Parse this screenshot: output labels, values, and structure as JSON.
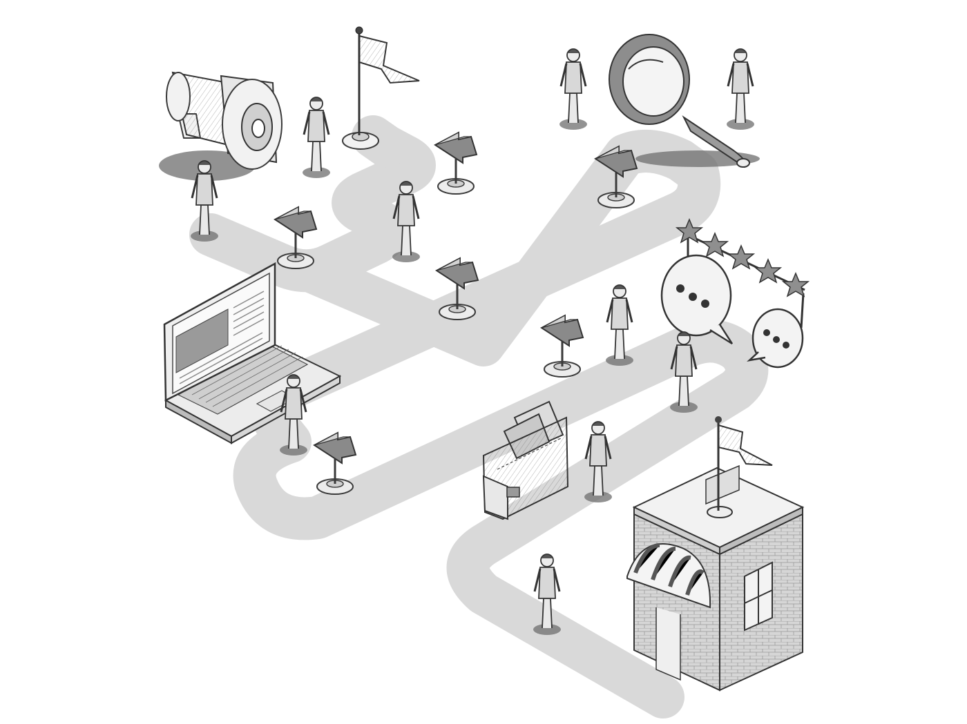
{
  "scene": {
    "colors": {
      "background": "#ffffff",
      "path": "#d9d9d9",
      "ink": "#3a3a3a",
      "fill_light": "#f2f2f2",
      "fill_mid": "#bdbdbd",
      "fill_dark": "#7a7a7a",
      "shadow": "#6e6e6e"
    },
    "objects": [
      "megaphone",
      "flag",
      "magnifying-glass",
      "laptop",
      "speech-bubbles",
      "star-rating",
      "wallet",
      "shop",
      "arrow-signs",
      "people"
    ],
    "rating": {
      "stars": 5
    }
  }
}
